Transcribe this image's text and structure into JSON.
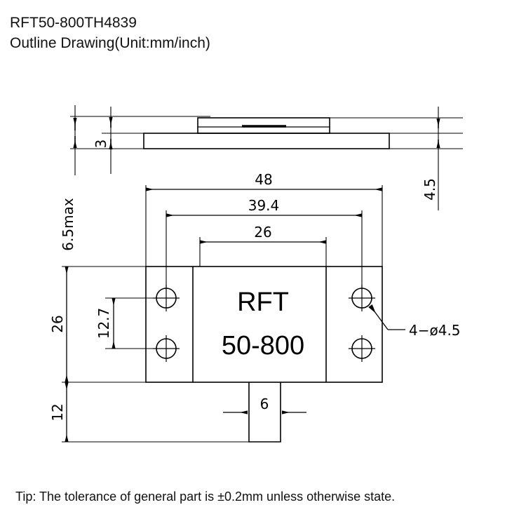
{
  "header": {
    "part_number": "RFT50-800TH4839",
    "subtitle": "Outline Drawing(Unit:mm/inch)"
  },
  "footer": {
    "tip": "Tip: The tolerance of general part is ±0.2mm unless otherwise state."
  },
  "body_marking": {
    "line1": "RFT",
    "line2": "50-800"
  },
  "callouts": {
    "hole_spec": "4−ø4.5"
  },
  "dimensions": {
    "side_height_max": "6.5max",
    "side_plate_thickness": "3",
    "side_step_height": "4.5",
    "overall_width": "48",
    "hole_span_width": "39.4",
    "body_width": "26",
    "overall_height": "26",
    "hole_span_height": "12.7",
    "tab_length": "12",
    "tab_width": "6"
  },
  "style": {
    "line_color": "#000000",
    "background": "#ffffff",
    "text_color": "#111111"
  }
}
